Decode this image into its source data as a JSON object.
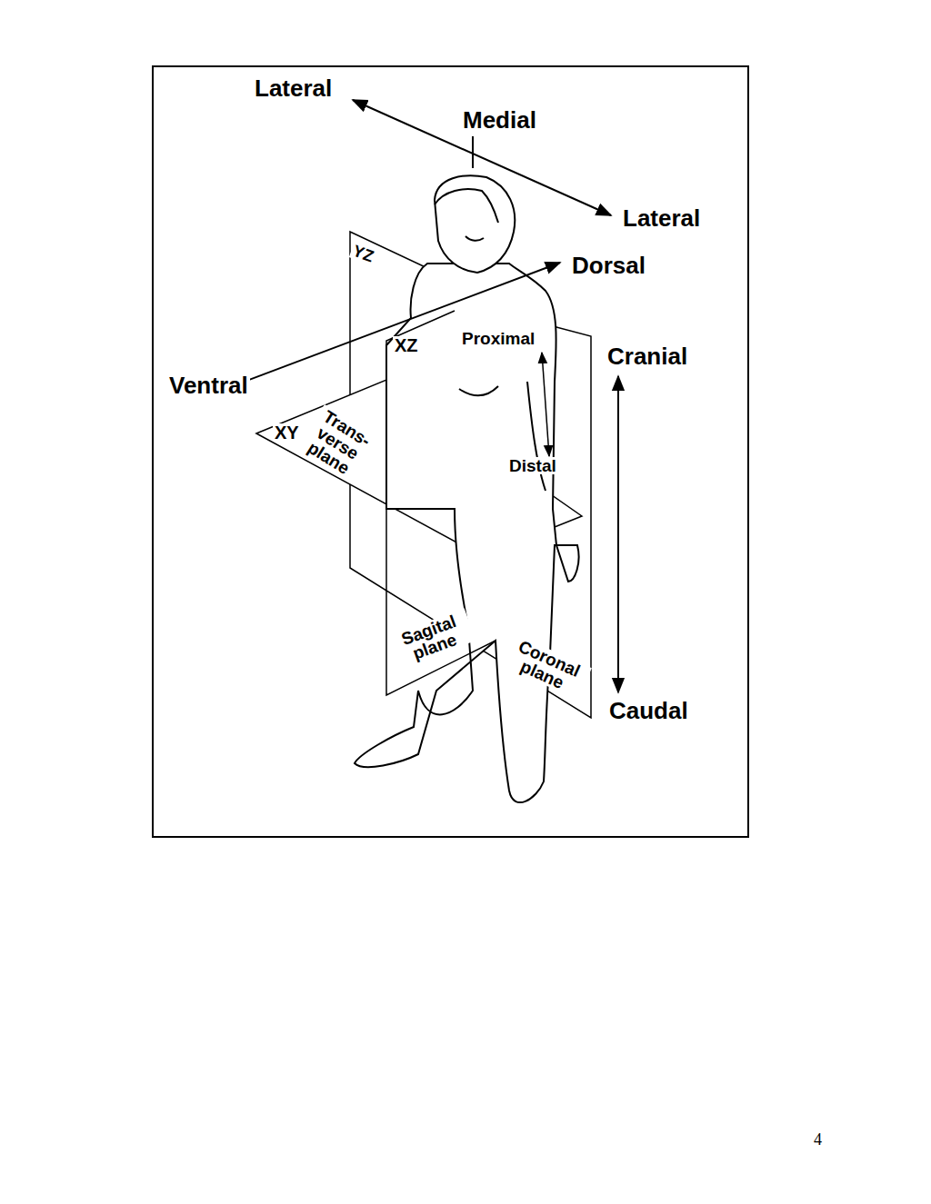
{
  "diagram": {
    "labels": [
      "Lateral",
      "Medial",
      "Lateral",
      "Dorsal",
      "YZ",
      "XZ",
      "Proximal",
      "Cranial",
      "Ventral",
      "XY",
      "Trans- verse plane",
      "Distal",
      "Sagital plane",
      "Coronal plane",
      "Caudal",
      "4"
    ]
  }
}
